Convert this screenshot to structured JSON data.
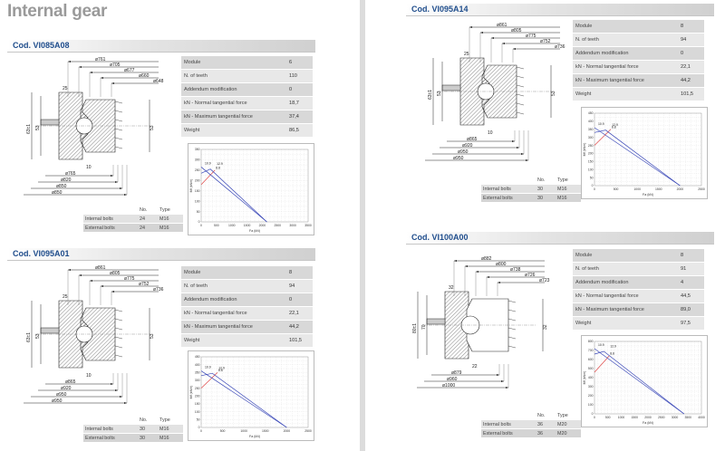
{
  "title": "Internal gear",
  "sections": [
    {
      "code": "Cod. VI085A08",
      "specs": [
        {
          "label": "Module",
          "value": "6"
        },
        {
          "label": "N. of teeth",
          "value": "110"
        },
        {
          "label": "Addendum modification",
          "value": "0"
        },
        {
          "label": "kN - Normal tangential force",
          "value": "18,7"
        },
        {
          "label": "kN - Maximum tangential force",
          "value": "37,4"
        },
        {
          "label": "Weight",
          "value": "86,5"
        }
      ],
      "bolts": {
        "header_no": "No.",
        "header_type": "Type",
        "rows": [
          {
            "label": "Internal bolts",
            "no": "24",
            "type": "M16"
          },
          {
            "label": "External bolts",
            "no": "24",
            "type": "M16"
          }
        ]
      },
      "dims_top": [
        "ø761",
        "ø705",
        "ø677",
        "ø660",
        "ø648"
      ],
      "dims_bottom": [
        "ø765",
        "ø820",
        "ø850",
        "ø850"
      ],
      "dims_side": [
        "25",
        "63±1",
        "53",
        "10",
        "53"
      ],
      "chart_data": {
        "type": "line",
        "xlabel": "Fa (kN)",
        "ylabel": "Mf (kNm)",
        "xlim": [
          0,
          3500
        ],
        "ylim": [
          0,
          350
        ],
        "xticks": [
          0,
          500,
          1000,
          1500,
          2000,
          2500,
          3000,
          3500
        ],
        "yticks": [
          0,
          50,
          100,
          150,
          200,
          250,
          300,
          350
        ],
        "series": [
          {
            "name": "8.8",
            "color": "#e04848",
            "x": [
              0,
              450
            ],
            "y": [
              180,
              250
            ]
          },
          {
            "name": "10.9",
            "color": "#3a48b8",
            "x": [
              0,
              2150
            ],
            "y": [
              265,
              0
            ]
          },
          {
            "name": "12.9",
            "color": "#3a48b8",
            "x": [
              0,
              300,
              2150
            ],
            "y": [
              235,
              255,
              0
            ]
          }
        ],
        "annotations": [
          "8.8",
          "10.9",
          "12.9"
        ]
      }
    },
    {
      "code": "Cod. VI095A01",
      "specs": [
        {
          "label": "Module",
          "value": "8"
        },
        {
          "label": "N. of teeth",
          "value": "94"
        },
        {
          "label": "Addendum modification",
          "value": "0"
        },
        {
          "label": "kN - Normal tangential force",
          "value": "22,1"
        },
        {
          "label": "kN - Maximum tangential force",
          "value": "44,2"
        },
        {
          "label": "Weight",
          "value": "101,5"
        }
      ],
      "bolts": {
        "header_no": "No.",
        "header_type": "Type",
        "rows": [
          {
            "label": "Internal bolts",
            "no": "30",
            "type": "M16"
          },
          {
            "label": "External bolts",
            "no": "30",
            "type": "M16"
          }
        ]
      },
      "dims_top": [
        "ø861",
        "ø805",
        "ø775",
        "ø752",
        "ø736"
      ],
      "dims_bottom": [
        "ø865",
        "ø920",
        "ø950",
        "ø950"
      ],
      "dims_side": [
        "25",
        "63±1",
        "53",
        "10",
        "53"
      ],
      "chart_data": {
        "type": "line",
        "xlabel": "Fa (kN)",
        "ylabel": "Mf (kNm)",
        "xlim": [
          0,
          2500
        ],
        "ylim": [
          0,
          450
        ],
        "xticks": [
          0,
          500,
          1000,
          1500,
          2000,
          2500
        ],
        "yticks": [
          0,
          50,
          100,
          150,
          200,
          250,
          300,
          350,
          400,
          450
        ],
        "series": [
          {
            "name": "8.8",
            "color": "#e04848",
            "x": [
              0,
              380
            ],
            "y": [
              250,
              350
            ]
          },
          {
            "name": "10.9",
            "color": "#3a48b8",
            "x": [
              0,
              2000
            ],
            "y": [
              360,
              0
            ]
          },
          {
            "name": "12.9",
            "color": "#3a48b8",
            "x": [
              0,
              260,
              2000
            ],
            "y": [
              330,
              345,
              0
            ]
          }
        ],
        "annotations": [
          "8.8",
          "10.9",
          "12.9"
        ]
      }
    },
    {
      "code": "Cod. VI095A14",
      "specs": [
        {
          "label": "Module",
          "value": "8"
        },
        {
          "label": "N. of teeth",
          "value": "94"
        },
        {
          "label": "Addendum modification",
          "value": "0"
        },
        {
          "label": "kN - Normal tangential force",
          "value": "22,1"
        },
        {
          "label": "kN - Maximum tangential force",
          "value": "44,2"
        },
        {
          "label": "Weight",
          "value": "101,5"
        }
      ],
      "bolts": {
        "header_no": "No.",
        "header_type": "Type",
        "rows": [
          {
            "label": "Internal bolts",
            "no": "30",
            "type": "M16"
          },
          {
            "label": "External bolts",
            "no": "30",
            "type": "M16"
          }
        ]
      },
      "dims_top": [
        "ø861",
        "ø805",
        "ø775",
        "ø752",
        "ø736"
      ],
      "dims_bottom": [
        "ø865",
        "ø920",
        "ø950",
        "ø950"
      ],
      "dims_side": [
        "25",
        "63±1",
        "53",
        "10",
        "53"
      ],
      "chart_data": {
        "type": "line",
        "xlabel": "Fa (kN)",
        "ylabel": "Mf (kNm)",
        "xlim": [
          0,
          2500
        ],
        "ylim": [
          0,
          450
        ],
        "xticks": [
          0,
          500,
          1000,
          1500,
          2000,
          2500
        ],
        "yticks": [
          0,
          50,
          100,
          150,
          200,
          250,
          300,
          350,
          400,
          450
        ],
        "series": [
          {
            "name": "8.8",
            "color": "#e04848",
            "x": [
              0,
              380
            ],
            "y": [
              250,
              350
            ]
          },
          {
            "name": "10.9",
            "color": "#3a48b8",
            "x": [
              0,
              2000
            ],
            "y": [
              360,
              0
            ]
          },
          {
            "name": "12.9",
            "color": "#3a48b8",
            "x": [
              0,
              260,
              2000
            ],
            "y": [
              330,
              345,
              0
            ]
          }
        ],
        "annotations": [
          "8.8",
          "10.9",
          "12.9"
        ]
      }
    },
    {
      "code": "Cod. VI100A00",
      "specs": [
        {
          "label": "Module",
          "value": "8"
        },
        {
          "label": "N. of teeth",
          "value": "91"
        },
        {
          "label": "Addendum modification",
          "value": "4"
        },
        {
          "label": "kN - Normal tangential force",
          "value": "44,5"
        },
        {
          "label": "kN - Maximum tangential force",
          "value": "89,0"
        },
        {
          "label": "Weight",
          "value": "97,5"
        }
      ],
      "bolts": {
        "header_no": "No.",
        "header_type": "Type",
        "rows": [
          {
            "label": "Internal bolts",
            "no": "36",
            "type": "M20"
          },
          {
            "label": "External bolts",
            "no": "36",
            "type": "M20"
          }
        ]
      },
      "dims_top": [
        "ø882",
        "ø800",
        "ø738",
        "ø726",
        "ø723"
      ],
      "dims_bottom": [
        "ø879",
        "ø960",
        "ø1000"
      ],
      "dims_side": [
        "32",
        "80±1",
        "70",
        "22",
        "32"
      ],
      "chart_data": {
        "type": "line",
        "xlabel": "Fa (kN)",
        "ylabel": "Mf (kNm)",
        "xlim": [
          0,
          4000
        ],
        "ylim": [
          0,
          800
        ],
        "xticks": [
          0,
          500,
          1000,
          1500,
          2000,
          2500,
          3000,
          3500,
          4000
        ],
        "yticks": [
          0,
          100,
          200,
          300,
          400,
          500,
          600,
          700,
          800
        ],
        "series": [
          {
            "name": "8.8",
            "color": "#e04848",
            "x": [
              0,
              550
            ],
            "y": [
              460,
              640
            ]
          },
          {
            "name": "10.9",
            "color": "#3a48b8",
            "x": [
              0,
              3350
            ],
            "y": [
              720,
              0
            ]
          },
          {
            "name": "12.9",
            "color": "#3a48b8",
            "x": [
              0,
              350,
              3350
            ],
            "y": [
              660,
              690,
              0
            ]
          }
        ],
        "annotations": [
          "8.8",
          "10.9",
          "12.9"
        ]
      }
    }
  ]
}
